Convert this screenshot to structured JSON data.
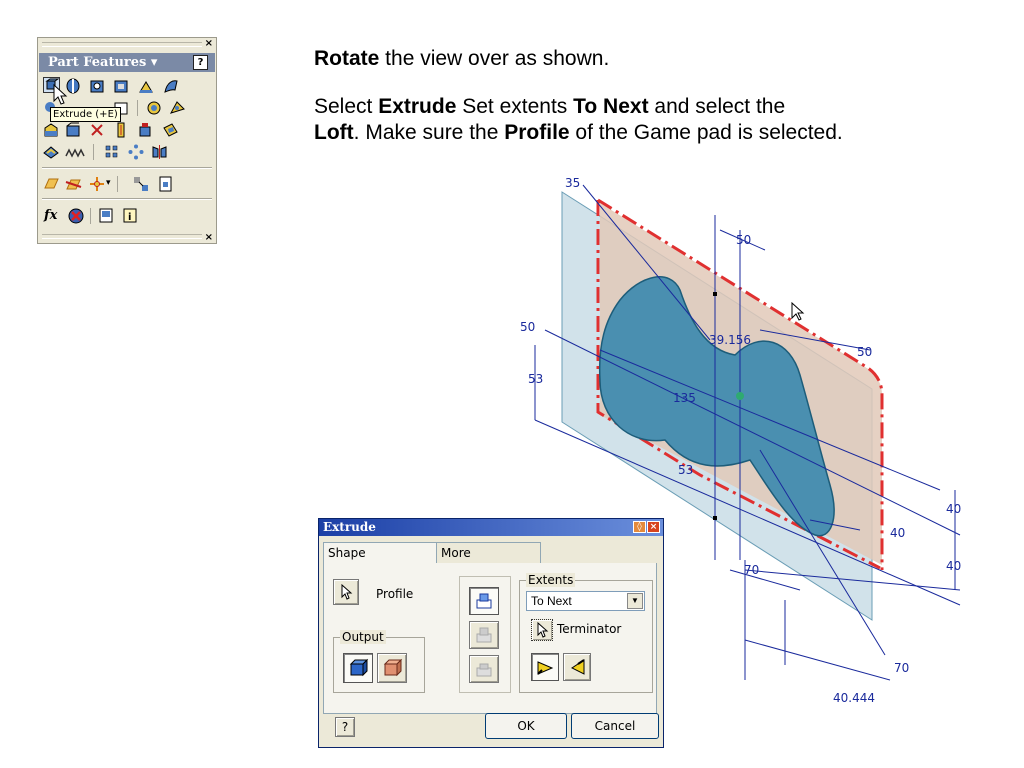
{
  "palette": {
    "title": "Part Features ▾",
    "help_label": "?",
    "close_label": "×",
    "tooltip": "Extrude (+E)",
    "fx_label": "fx"
  },
  "instructions": {
    "line1": {
      "bold": "Rotate",
      "rest": " the view over as shown."
    },
    "line2": {
      "t1": "Select ",
      "b1": "Extrude",
      "t2": " Set extents ",
      "b2": "To Next",
      "t3": " and select the ",
      "b3": "Loft",
      "t4": ". Make sure the ",
      "b4": "Profile",
      "t5": " of the Game pad is selected."
    }
  },
  "drawing": {
    "dims": [
      "35",
      "50",
      "39.156",
      "50",
      "53",
      "135",
      "50",
      "53",
      "40",
      "40",
      "40",
      "70",
      "70",
      "40.444"
    ],
    "colors": {
      "sketch_plane": "#c9dde6",
      "loft_face": "#e2c9b8",
      "profile": "#4a8fb0",
      "dim": "#1a2a9c",
      "edge": "#e03030"
    }
  },
  "dialog": {
    "title": "Extrude",
    "tabs": [
      "Shape",
      "More"
    ],
    "profile_label": "Profile",
    "output_label": "Output",
    "extents_label": "Extents",
    "extents_value": "To Next",
    "terminator_label": "Terminator",
    "help_label": "?",
    "ok_label": "OK",
    "cancel_label": "Cancel"
  }
}
